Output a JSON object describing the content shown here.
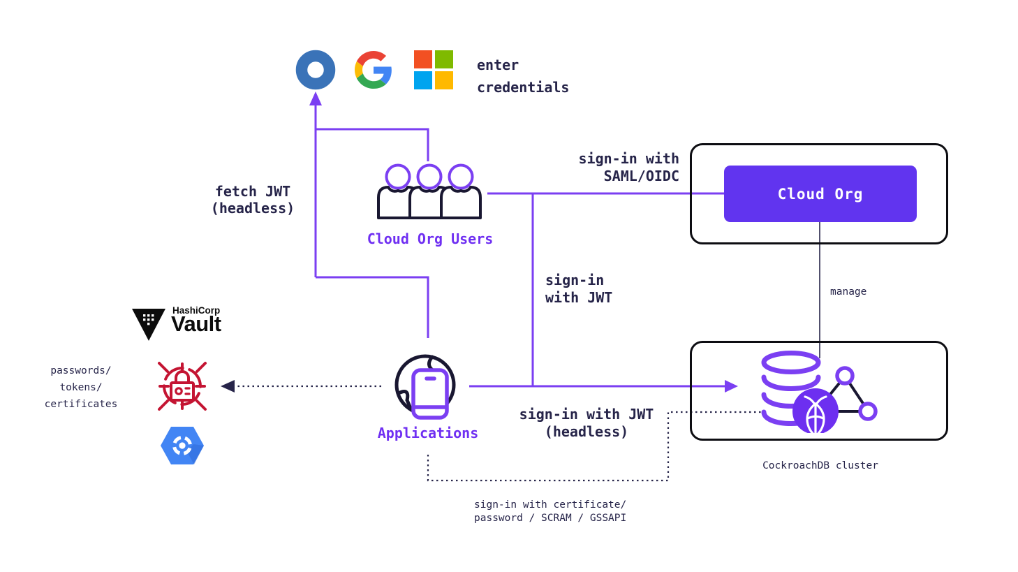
{
  "idp": {
    "okta_icon": "okta-icon",
    "google_icon": "google-icon",
    "microsoft_icon": "microsoft-icon",
    "caption": "enter\ncredentials"
  },
  "nodes": {
    "cloud_org_users": "Cloud Org Users",
    "applications": "Applications",
    "cloud_org": "Cloud Org",
    "cockroachdb_cluster": "CockroachDB cluster",
    "vault_brand": "HashiCorp",
    "vault_name": "Vault"
  },
  "edges": {
    "fetch_jwt": "fetch JWT\n(headless)",
    "sign_in_saml_oidc": "sign-in with\nSAML/OIDC",
    "sign_in_jwt": "sign-in\nwith JWT",
    "sign_in_jwt_headless": "sign-in with JWT\n(headless)",
    "sign_in_certificate": "sign-in with certificate/\npassword / SCRAM / GSSAPI",
    "manage": "manage",
    "secrets": "passwords/\ntokens/\ncertificates"
  },
  "icons": [
    "okta-icon",
    "google-icon",
    "microsoft-icon",
    "users-icon",
    "globe-phone-icon",
    "vault-triangle-icon",
    "lock-crosshair-icon",
    "gcp-hexagon-icon",
    "database-cylinder-icon",
    "cockroach-icon",
    "network-nodes-icon"
  ],
  "colors": {
    "background": "#ffffff",
    "purple_line": "#7b3ff2",
    "purple_label": "#6f2ff2",
    "cloud_org_fill": "#6134ef",
    "cockroach_fill": "#6d2ff0",
    "navy_text": "#262449",
    "icon_stroke": "#191731",
    "box_border": "#0d0d12",
    "red": "#c41432",
    "gcp_blue": "#4285f4",
    "okta_blue": "#3a73b8",
    "ms_red": "#f25022",
    "ms_green": "#7fba00",
    "ms_blue": "#00a4ef",
    "ms_yellow": "#ffb900",
    "g_blue": "#4285F4",
    "g_red": "#EA4335",
    "g_yellow": "#FBBC05",
    "g_green": "#34A853"
  }
}
